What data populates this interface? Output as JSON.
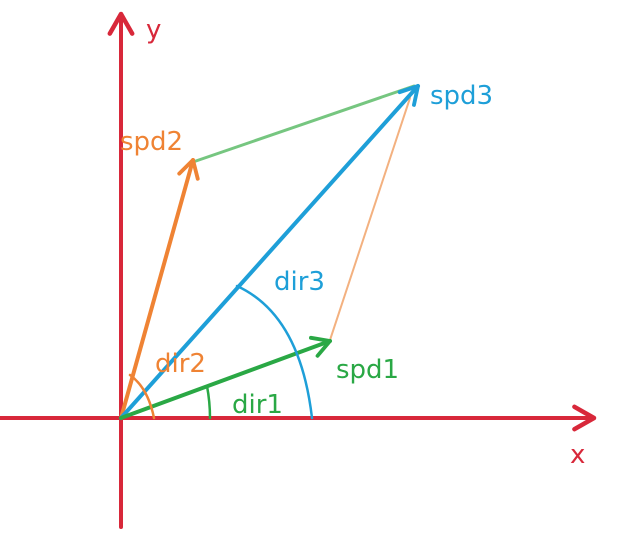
{
  "axes": {
    "x_label": "x",
    "y_label": "y",
    "color": "#d8283a"
  },
  "vectors": {
    "spd1": {
      "label": "spd1",
      "angle_label": "dir1",
      "color": "#2aa845"
    },
    "spd2": {
      "label": "spd2",
      "angle_label": "dir2",
      "color": "#ef8334"
    },
    "spd3": {
      "label": "spd3",
      "angle_label": "dir3",
      "color": "#1e9fd8"
    }
  },
  "construction_lines": {
    "spd2_to_spd3_color": "#5fbd6b",
    "spd1_to_spd3_color": "#f2a46a"
  }
}
